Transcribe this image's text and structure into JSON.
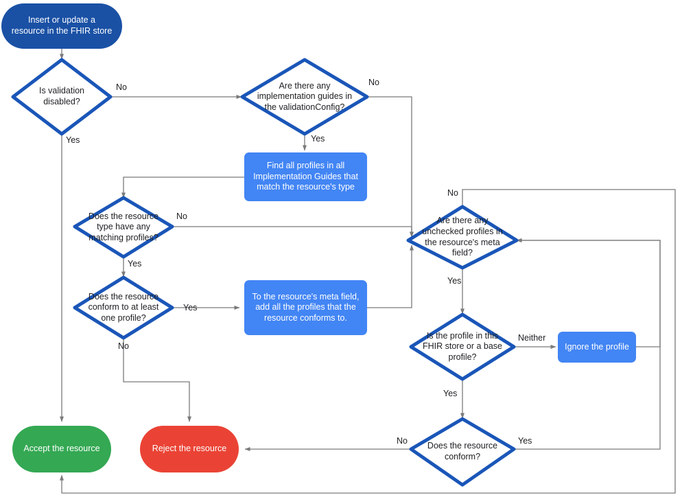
{
  "diagram": {
    "title": "FHIR store resource validation flow",
    "colors": {
      "start": "#1a51a5",
      "process": "#4285f4",
      "accept": "#34a853",
      "reject": "#ea4335",
      "decision_border": "#1a56b8",
      "edge": "#7a7a7a",
      "text_dark": "#202124",
      "text_light": "#ffffff",
      "background": "#ffffff"
    },
    "nodes": {
      "start": {
        "label": "Insert or update a resource in the FHIR store",
        "type": "terminator"
      },
      "validation_disabled": {
        "label": "Is validation disabled?",
        "type": "decision"
      },
      "impl_guides": {
        "label": "Are there any implementation guides in the validationConfig?",
        "type": "decision"
      },
      "find_profiles": {
        "label": "Find all profiles in all Implementation Guides that match the resource's type",
        "type": "process"
      },
      "matching_profiles": {
        "label": "Does the resource type have any matching profiles?",
        "type": "decision"
      },
      "conform_one": {
        "label": "Does the resource conform to at least one profile?",
        "type": "decision"
      },
      "add_profiles": {
        "label": "To the resource's meta field, add all the profiles that the resource conforms to.",
        "type": "process"
      },
      "unchecked_profiles": {
        "label": "Are there any unchecked profiles in the resource's meta field?",
        "type": "decision"
      },
      "profile_in_store": {
        "label": "Is the profile in this FHIR store or a base profile?",
        "type": "decision"
      },
      "ignore_profile": {
        "label": "Ignore the profile",
        "type": "process"
      },
      "resource_conform": {
        "label": "Does the resource conform?",
        "type": "decision"
      },
      "accept": {
        "label": "Accept the resource",
        "type": "terminator"
      },
      "reject": {
        "label": "Reject the resource",
        "type": "terminator"
      }
    },
    "edge_labels": {
      "validation_no": "No",
      "validation_yes": "Yes",
      "impl_no": "No",
      "impl_yes": "Yes",
      "matching_no": "No",
      "matching_yes": "Yes",
      "conform_one_yes": "Yes",
      "conform_one_no": "No",
      "unchecked_no": "No",
      "unchecked_yes": "Yes",
      "profile_neither": "Neither",
      "profile_yes": "Yes",
      "conform_yes": "Yes",
      "conform_no": "No"
    }
  }
}
